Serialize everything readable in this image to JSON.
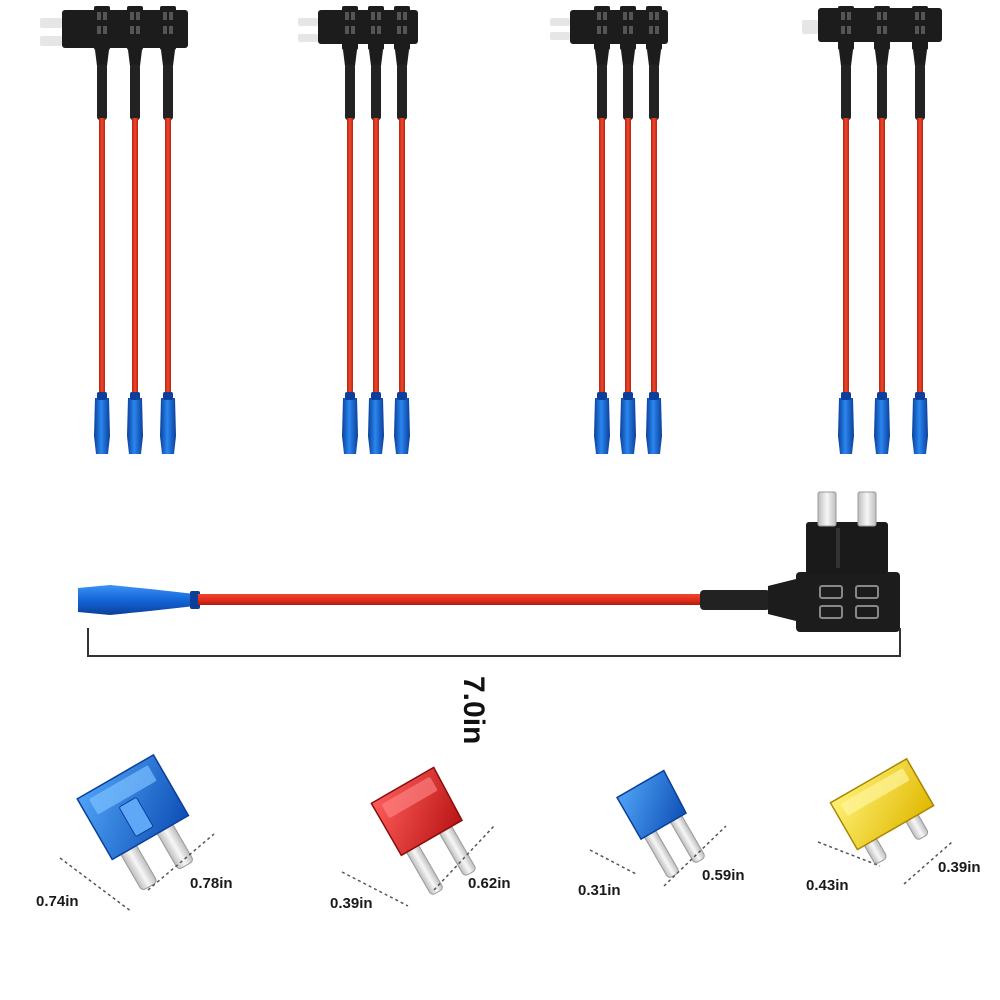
{
  "colors": {
    "wire": "#e8351f",
    "wire_dark": "#b8230f",
    "terminal": "#1565d8",
    "terminal_dark": "#0b3f9a",
    "housing": "#1c1c1c",
    "fuse_blue": "#1e6fd9",
    "fuse_red": "#e02a2a",
    "fuse_yellow": "#f2d21b",
    "blade": "#e6e6e6"
  },
  "cable": {
    "length_label": "7.0in"
  },
  "fuses": [
    {
      "name": "standard-atc",
      "color": "blue",
      "width_label": "0.74in",
      "height_label": "0.78in"
    },
    {
      "name": "mini-atm",
      "color": "red",
      "width_label": "0.39in",
      "height_label": "0.62in"
    },
    {
      "name": "micro2",
      "color": "blue",
      "width_label": "0.31in",
      "height_label": "0.59in"
    },
    {
      "name": "low-profile-mini",
      "color": "yellow",
      "width_label": "0.43in",
      "height_label": "0.39in"
    }
  ],
  "groups": [
    {
      "name": "standard-taps"
    },
    {
      "name": "mini-taps"
    },
    {
      "name": "micro2-taps"
    },
    {
      "name": "low-profile-taps"
    }
  ]
}
